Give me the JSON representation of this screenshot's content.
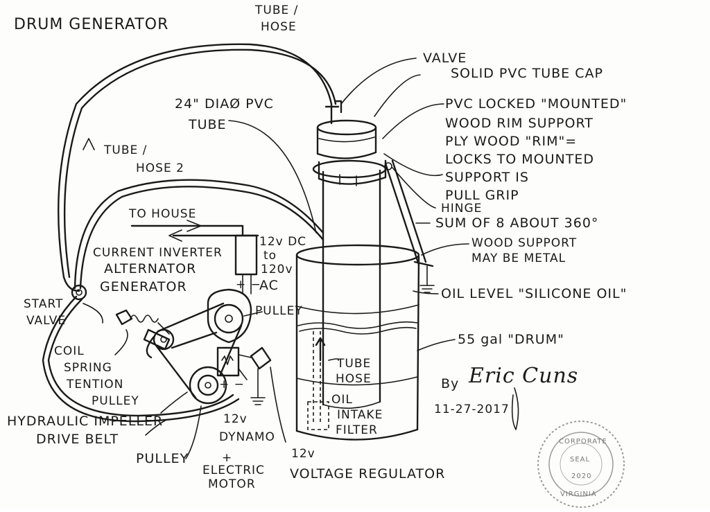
{
  "title": "DRUM GENERATOR",
  "labels": {
    "tube_hose_top": [
      "TUBE /",
      "HOSE"
    ],
    "valve": "VALVE",
    "solid_cap": "SOLID PVC TUBE CAP",
    "pvc_tube": [
      "24\" DIAØ PVC",
      "TUBE"
    ],
    "pvc_locked": [
      "PVC LOCKED \"MOUNTED\"",
      "WOOD RIM SUPPORT",
      "PLY WOOD \"RIM\"=",
      "LOCKS TO MOUNTED",
      "SUPPORT IS",
      "PULL GRIP"
    ],
    "hinge": "HINGE",
    "sum_of_8": "SUM OF 8  ABOUT 360°",
    "wood_support": [
      "WOOD SUPPORT",
      "MAY BE METAL"
    ],
    "oil_level": "OIL LEVEL \"SILICONE OIL\"",
    "drum": "55 gal \"DRUM\"",
    "tube_hose_inside": [
      "TUBE",
      "HOSE"
    ],
    "oil_intake": [
      "OIL",
      "INTAKE",
      "FILTER"
    ],
    "tube_hose_2": [
      "TUBE /",
      "HOSE 2"
    ],
    "to_house": "TO HOUSE",
    "dc_ac": [
      "12v DC",
      "to",
      "120v",
      "AC"
    ],
    "current_inverter": "CURRENT INVERTER",
    "alternator": "ALTERNATOR",
    "generator": "GENERATOR",
    "pulley_top": "PULLEY",
    "start_valve": [
      "START",
      "VALVE"
    ],
    "coil_spring": [
      "COIL",
      "SPRING",
      "TENTION",
      "PULLEY"
    ],
    "hydraulic": "HYDRAULIC IMPELLER",
    "drive_belt": "DRIVE BELT",
    "twelve_v_a": "12v",
    "dynamo": "DYNAMO",
    "twelve_v_b": "12v",
    "voltage_regulator": "VOLTAGE REGULATOR",
    "pulley_bottom": "PULLEY",
    "electric_motor": [
      "+",
      "ELECTRIC",
      "MOTOR"
    ],
    "polarity_top": "+ −",
    "polarity_reg": "+ −"
  },
  "signature": {
    "by": "By",
    "name": "Eric Cuns",
    "date": "11-27-2017"
  },
  "seal": {
    "lines": [
      "CORPORATE",
      "SEAL",
      "2020",
      "VIRGINIA"
    ]
  }
}
